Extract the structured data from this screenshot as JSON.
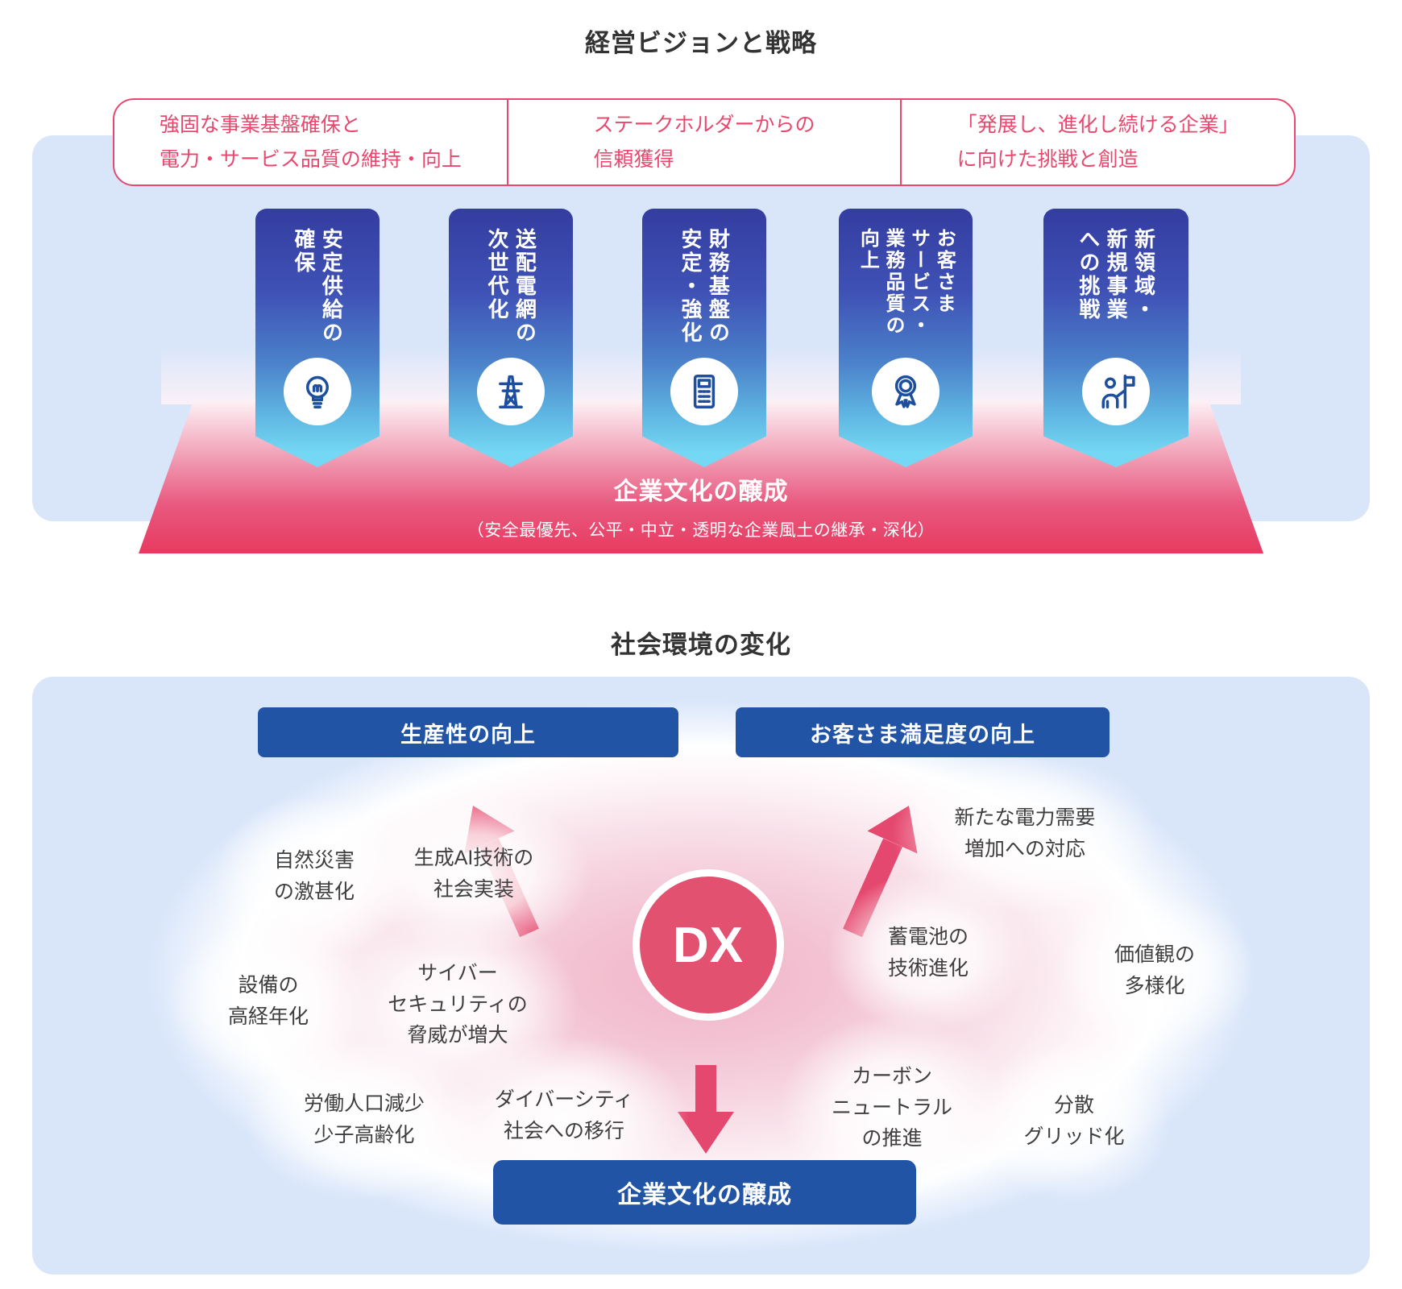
{
  "vision": {
    "title": "経営ビジョンと戦略",
    "goals": [
      {
        "text": "強固な事業基盤確保と\n電力・サービス品質の維持・向上"
      },
      {
        "text": "ステークホルダーからの\n信頼獲得"
      },
      {
        "text": "「発展し、進化し続ける企業」\nに向けた挑戦と創造"
      }
    ],
    "pillars": [
      {
        "label": "安定供給の\n確保",
        "icon": "lightbulb-icon"
      },
      {
        "label": "送配電網の\n次世代化",
        "icon": "transmission-tower-icon"
      },
      {
        "label": "財務基盤の\n安定・強化",
        "icon": "calculator-icon"
      },
      {
        "label": "お客さま\nサービス・\n業務品質の\n向上",
        "icon": "medal-icon"
      },
      {
        "label": "新領域・\n新規事業\nへの挑戦",
        "icon": "person-flag-icon"
      }
    ],
    "foundation": {
      "title": "企業文化の醸成",
      "subtitle": "（安全最優先、公平・中立・透明な企業風土の継承・深化）"
    }
  },
  "environment": {
    "title": "社会環境の変化",
    "outcomes": [
      {
        "label": "生産性の向上"
      },
      {
        "label": "お客さま満足度の向上"
      }
    ],
    "dx_label": "DX",
    "factors": [
      {
        "text": "自然災害\nの激甚化"
      },
      {
        "text": "生成AI技術の\n社会実装"
      },
      {
        "text": "新たな電力需要\n増加への対応"
      },
      {
        "text": "設備の\n高経年化"
      },
      {
        "text": "サイバー\nセキュリティの\n脅威が増大"
      },
      {
        "text": "蓄電池の\n技術進化"
      },
      {
        "text": "価値観の\n多様化"
      },
      {
        "text": "労働人口減少\n少子高齢化"
      },
      {
        "text": "ダイバーシティ\n社会への移行"
      },
      {
        "text": "カーボン\nニュートラル\nの推進"
      },
      {
        "text": "分散\nグリッド化"
      }
    ],
    "bottom_banner": "企業文化の醸成"
  },
  "colors": {
    "accent_pink": "#e8486e",
    "deep_red": "#e73a60",
    "banner_blue": "#2254a6",
    "pennant_blue_top": "#343da0",
    "pennant_cyan_bottom": "#74d7f3",
    "icon_blue": "#1d4f9e",
    "panel_light_blue": "#d9e6fa",
    "dx_circle_pink": "#e2516f",
    "text_dark": "#333333"
  }
}
